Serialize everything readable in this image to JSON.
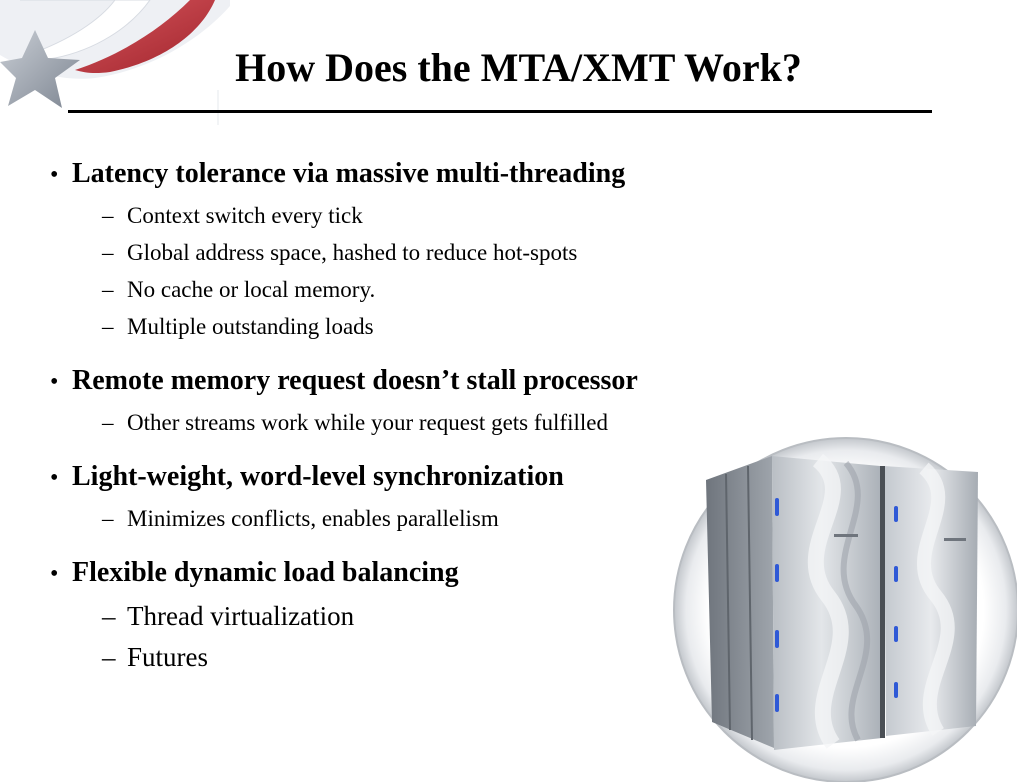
{
  "slide": {
    "title": "How Does the MTA/XMT Work?",
    "bullets": [
      {
        "text": "Latency tolerance via massive multi-threading",
        "subs": [
          "Context switch every tick",
          "Global address space, hashed to reduce hot-spots",
          "No cache or local memory.",
          "Multiple outstanding loads"
        ]
      },
      {
        "text": "Remote memory request doesn’t stall processor",
        "subs": [
          "Other streams work while your request gets fulfilled"
        ]
      },
      {
        "text": "Light-weight, word-level synchronization",
        "subs": [
          "Minimizes conflicts, enables parallelism"
        ]
      },
      {
        "text": "Flexible dynamic load balancing",
        "subs": [
          "Thread virtualization",
          "Futures"
        ]
      }
    ],
    "bullet_glyph": "•",
    "dash_glyph": "–"
  },
  "colors": {
    "logo_red": "#c8343c",
    "logo_star": "#9aa3ae",
    "cabinet_silver": "#c9cdd2",
    "led_blue": "#2f59d6"
  },
  "icons": {
    "logo": "star-swoosh-logo",
    "machine": "supercomputer-cabinet-image"
  }
}
